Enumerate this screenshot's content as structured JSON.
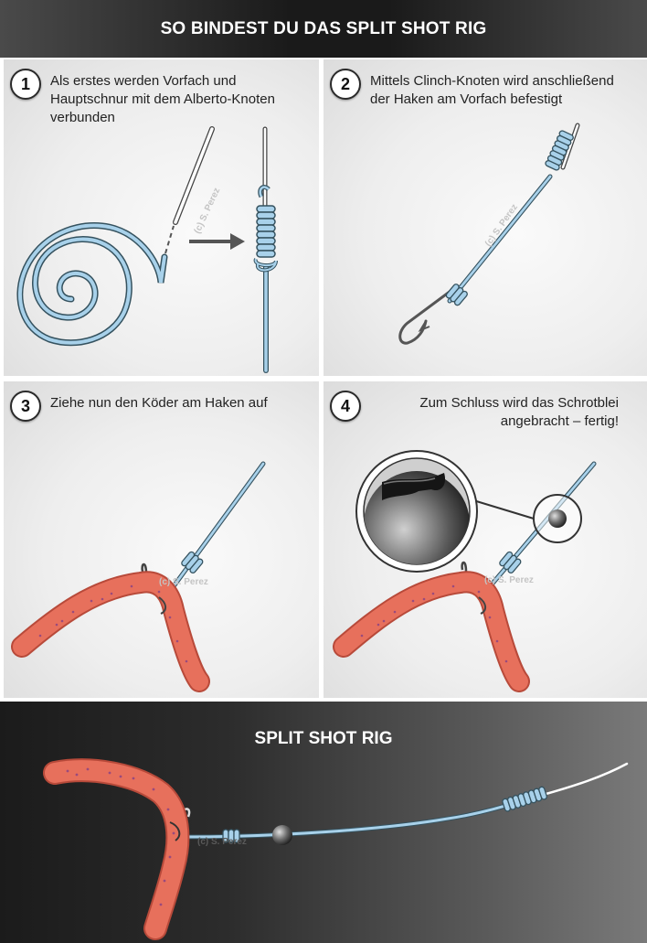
{
  "header": {
    "title": "SO BINDEST DU DAS SPLIT SHOT RIG"
  },
  "steps": [
    {
      "number": "1",
      "text": "Als erstes werden Vorfach und Hauptschnur mit dem Alberto-Knoten verbunden"
    },
    {
      "number": "2",
      "text": "Mittels Clinch-Knoten wird anschließend der Haken am Vorfach befestigt"
    },
    {
      "number": "3",
      "text": "Ziehe nun den Köder am Haken auf"
    },
    {
      "number": "4",
      "text_line1": "Zum Schluss wird das Schrotblei",
      "text_line2": "angebracht – fertig!"
    }
  ],
  "watermark": "(c) S. Perez",
  "summary": {
    "title": "SPLIT SHOT RIG"
  },
  "colors": {
    "line_blue": "#a8d1ea",
    "line_outline": "#35525f",
    "bait_red": "#e7705c",
    "background_panel": "#eeeeee",
    "banner_dark": "#1a1a1a"
  }
}
